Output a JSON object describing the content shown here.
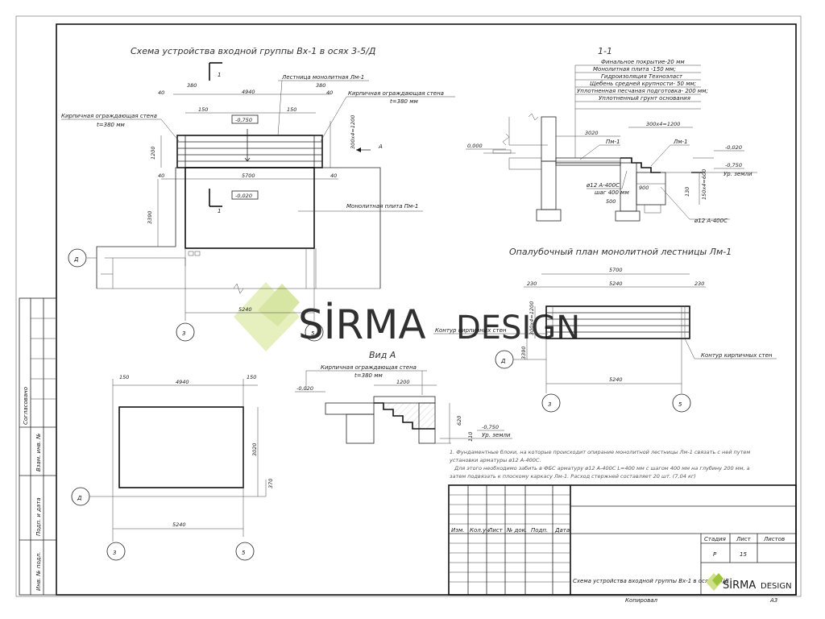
{
  "titles": {
    "main": "Схема устройства входной группы Вх-1 в осях 3-5/Д",
    "section": "1-1",
    "formwork": "Опалубочный план монолитной лестницы Лм-1",
    "view_a": "Вид А"
  },
  "labels": {
    "stair": "Лестница монолитная Лм-1",
    "wall": "Кирпичная ограждающая стена",
    "wall_t": "t=380 мм",
    "slab": "Монолитная плита Пм-1",
    "wall_contour": "Контур кирпичных стен",
    "ground": "Ур. земли",
    "pm1": "Пм-1",
    "lm1": "Лм-1",
    "rebar1": "ø12 А-400С",
    "rebar1_step": "шаг 400 мм",
    "rebar2": "ø12 А-400С",
    "section_mark": "1",
    "arrow_a": "А"
  },
  "levels": {
    "m0750": "-0,750",
    "m0020": "-0,020",
    "zero": "0,000",
    "s_m0020": "-0,020",
    "s_m0750": "-0,750",
    "v_m0020": "-0,020",
    "v_m0750": "-0,750"
  },
  "layers": [
    "Финальное покрытие-20 мм",
    "Монолитная плита -150 мм;",
    "Гидроизоляция Техноэласт",
    "Щебень средней крупности- 50 мм;",
    "Уплотненная песчаная подготовка- 200 мм;",
    "Уплотненный грунт основания"
  ],
  "dims": {
    "d40a": "40",
    "d380a": "380",
    "d4940": "4940",
    "d380b": "380",
    "d40b": "40",
    "d150a": "150",
    "d150b": "150",
    "d1200": "1200",
    "d300x4": "300х4=1200",
    "d40c": "40",
    "d5700": "5700",
    "d40d": "40",
    "d3390": "3390",
    "d5240": "5240",
    "s3020": "3020",
    "s300x4": "300х4=1200",
    "s900": "900",
    "s500": "500",
    "s130": "130",
    "s150x4": "150х4=600",
    "f5700": "5700",
    "f230a": "230",
    "f5240": "5240",
    "f230b": "230",
    "f300x4": "300х4=1200",
    "f3390": "3390",
    "f5240b": "5240",
    "p150a": "150",
    "p4940": "4940",
    "p150b": "150",
    "p3020": "3020",
    "p370": "370",
    "p5240": "5240",
    "v1200": "1200",
    "v620": "620",
    "v110": "110"
  },
  "axes": {
    "a3": "3",
    "a5": "5",
    "aD": "Д",
    "f3": "3",
    "f5": "5",
    "fD": "Д",
    "p3": "3",
    "p5": "5",
    "pD": "Д"
  },
  "notes": {
    "line1": "1. Фундаментные блоки, на которые происходит опирание монолитной лестницы Лм-1 связать с ней путем",
    "line2": "установки арматуры ø12 А-400С.",
    "line3": "Для этого необходимо забить в ФБС арматуру ø12 А-400С L=400 мм с шагом 400 мм на глубину 200 мм, а",
    "line4": "затем подвязать к плоскому каркасу Лм-1. Расход стержней составляет 20 шт. (7,04 кг)"
  },
  "side": {
    "agreed": "Согласовано",
    "inv_no": "Взам. инв. №",
    "sign_date": "Подп. и дата",
    "inv_orig": "Инв. № подл."
  },
  "stamp": {
    "headers": [
      "Изм.",
      "Кол.уч",
      "Лист",
      "№ док.",
      "Подп.",
      "Дата"
    ],
    "stage_h": "Стадия",
    "sheet_h": "Лист",
    "sheets_h": "Листов",
    "stage": "Р",
    "sheet": "15",
    "desc": "Схема устройства входной группы Вх-1 в осях 3-5/Д",
    "copied": "Копировал",
    "format": "А3",
    "logo_a": "SİRMA",
    "logo_b": "DESIGN"
  },
  "watermark": {
    "a": "SİRMA",
    "b": "DESIGN"
  },
  "colors": {
    "logo_green": "#9ec43c",
    "logo_gray": "#6b6b6b",
    "wm_green": "#d9e8a8",
    "wm_gray": "#c9c9c9"
  }
}
